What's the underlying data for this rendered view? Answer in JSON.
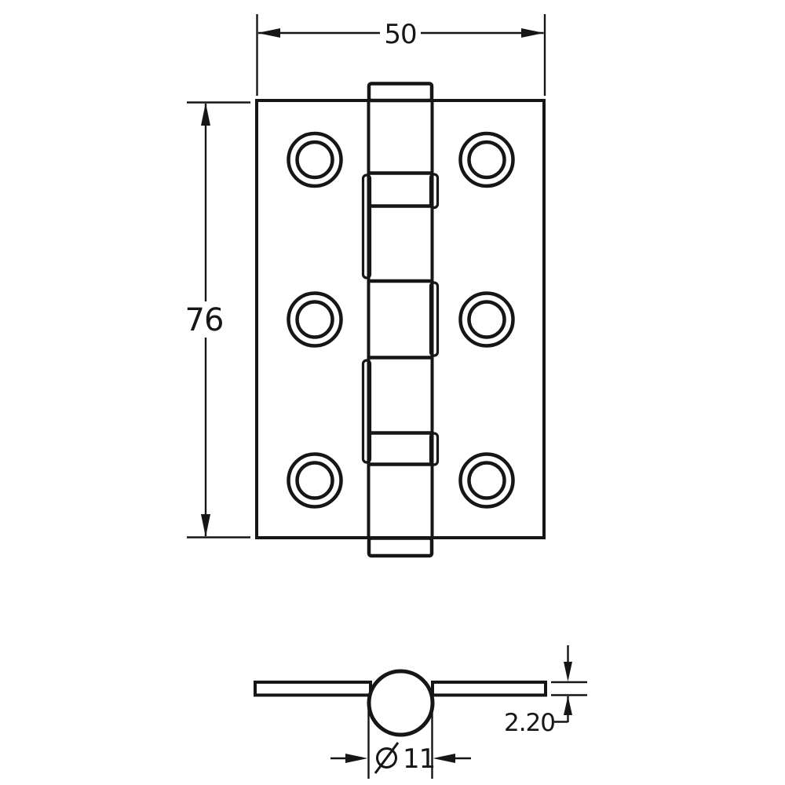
{
  "drawing": {
    "type": "technical-drawing",
    "subject": "butt hinge, front view and profile view",
    "units_shown": "mm"
  },
  "colors": {
    "line": "#161616",
    "background": "#ffffff"
  },
  "dimensions": {
    "width": {
      "value": "50"
    },
    "height": {
      "value": "76"
    },
    "leaf_thickness": {
      "value": "2.20"
    },
    "knuckle_diameter": {
      "symbol": "⌀",
      "value": "11"
    }
  }
}
